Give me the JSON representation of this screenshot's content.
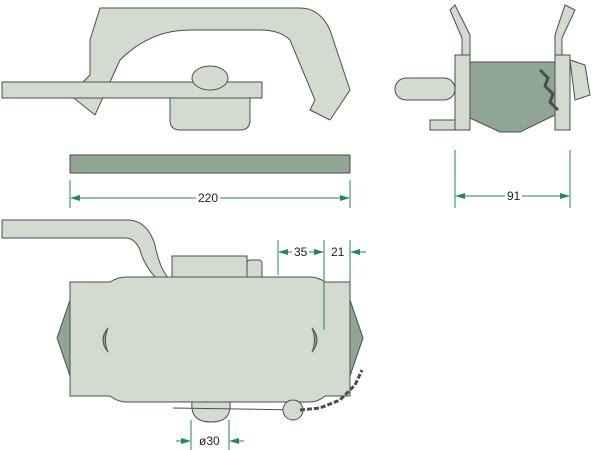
{
  "title": "Trailer coupling lock technical drawing",
  "colors": {
    "part": "#d3dbd1",
    "part_dark": "#8fa692",
    "dimension": "#1b8a5f"
  },
  "dimensions": {
    "length": "220",
    "width": "91",
    "offset_a": "35",
    "offset_b": "21",
    "diameter": "ø30"
  }
}
